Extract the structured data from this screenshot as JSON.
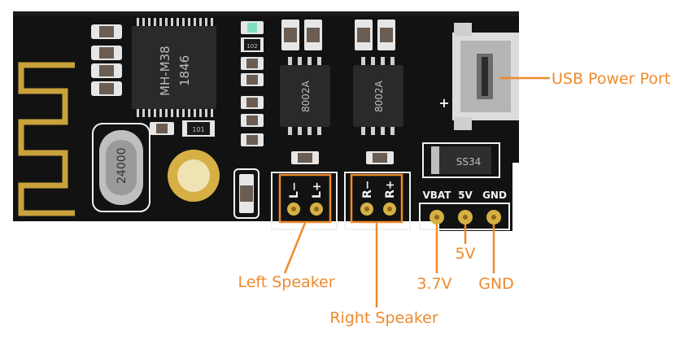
{
  "colors": {
    "accent": "#ee8a2c",
    "board": "#121212",
    "silkscreen": "#f2f2f2",
    "antenna": "#c9a23c",
    "gold": "#d6b045"
  },
  "board": {
    "main_ic_label_1": "MH-M38",
    "main_ic_label_2": "1846",
    "amp_ic_label": "8002A",
    "crystal_label": "24000",
    "diode_label": "SS34",
    "resistor_102": "102",
    "resistor_101": "101",
    "silk_left_minus": "L−",
    "silk_left_plus": "L+",
    "silk_right_minus": "R−",
    "silk_right_plus": "R+",
    "silk_vbat": "VBAT",
    "silk_5v": "5V",
    "silk_gnd": "GND",
    "silk_usb_plus": "+"
  },
  "callouts": {
    "usb_power_port": "USB Power Port",
    "left_speaker": "Left Speaker",
    "right_speaker": "Right Speaker",
    "vbat_voltage": "3.7V",
    "five_volt": "5V",
    "gnd": "GND"
  }
}
